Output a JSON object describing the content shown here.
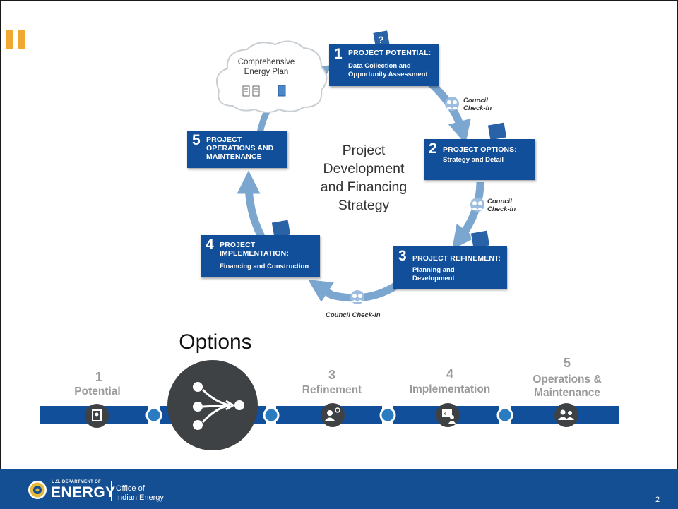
{
  "cycle": {
    "center_title": [
      "Project",
      "Development",
      "and Financing",
      "Strategy"
    ],
    "cloud_title": [
      "Comprehensive",
      "Energy Plan"
    ],
    "steps": [
      {
        "num": "1",
        "title": "PROJECT POTENTIAL:",
        "sub": [
          "Data Collection and",
          "Opportunity Assessment"
        ]
      },
      {
        "num": "2",
        "title": "PROJECT OPTIONS:",
        "sub": [
          "Strategy and Detail"
        ]
      },
      {
        "num": "3",
        "title": "PROJECT REFINEMENT:",
        "sub": [
          "Planning and",
          "Development"
        ]
      },
      {
        "num": "4",
        "title": [
          "PROJECT",
          "IMPLEMENTATION:"
        ],
        "sub": [
          "Financing and Construction"
        ]
      },
      {
        "num": "5",
        "title": [
          "PROJECT",
          "OPERATIONS AND",
          "MAINTENANCE"
        ],
        "sub": []
      }
    ],
    "checkins": {
      "a": [
        "Council",
        "Check-In"
      ],
      "b": [
        "Council",
        "Check-in"
      ],
      "c": "Council Check-in"
    }
  },
  "progress": {
    "current_label": "Options",
    "stages": [
      {
        "num": "1",
        "name": "Potential"
      },
      {
        "num": "3",
        "name": "Refinement"
      },
      {
        "num": "4",
        "name": "Implementation"
      },
      {
        "num": "5",
        "name": [
          "Operations &",
          "Maintenance"
        ]
      }
    ]
  },
  "footer": {
    "dept_line": "U.S. DEPARTMENT OF",
    "energy": "ENERGY",
    "office": [
      "Office of",
      "Indian Energy"
    ],
    "page": "2"
  },
  "colors": {
    "box_blue": "#124f9a",
    "arrow_blue": "#7ba6cf",
    "accent_orange": "#f0a830",
    "footer_blue": "#134f92",
    "node_gray": "#3f4244"
  }
}
